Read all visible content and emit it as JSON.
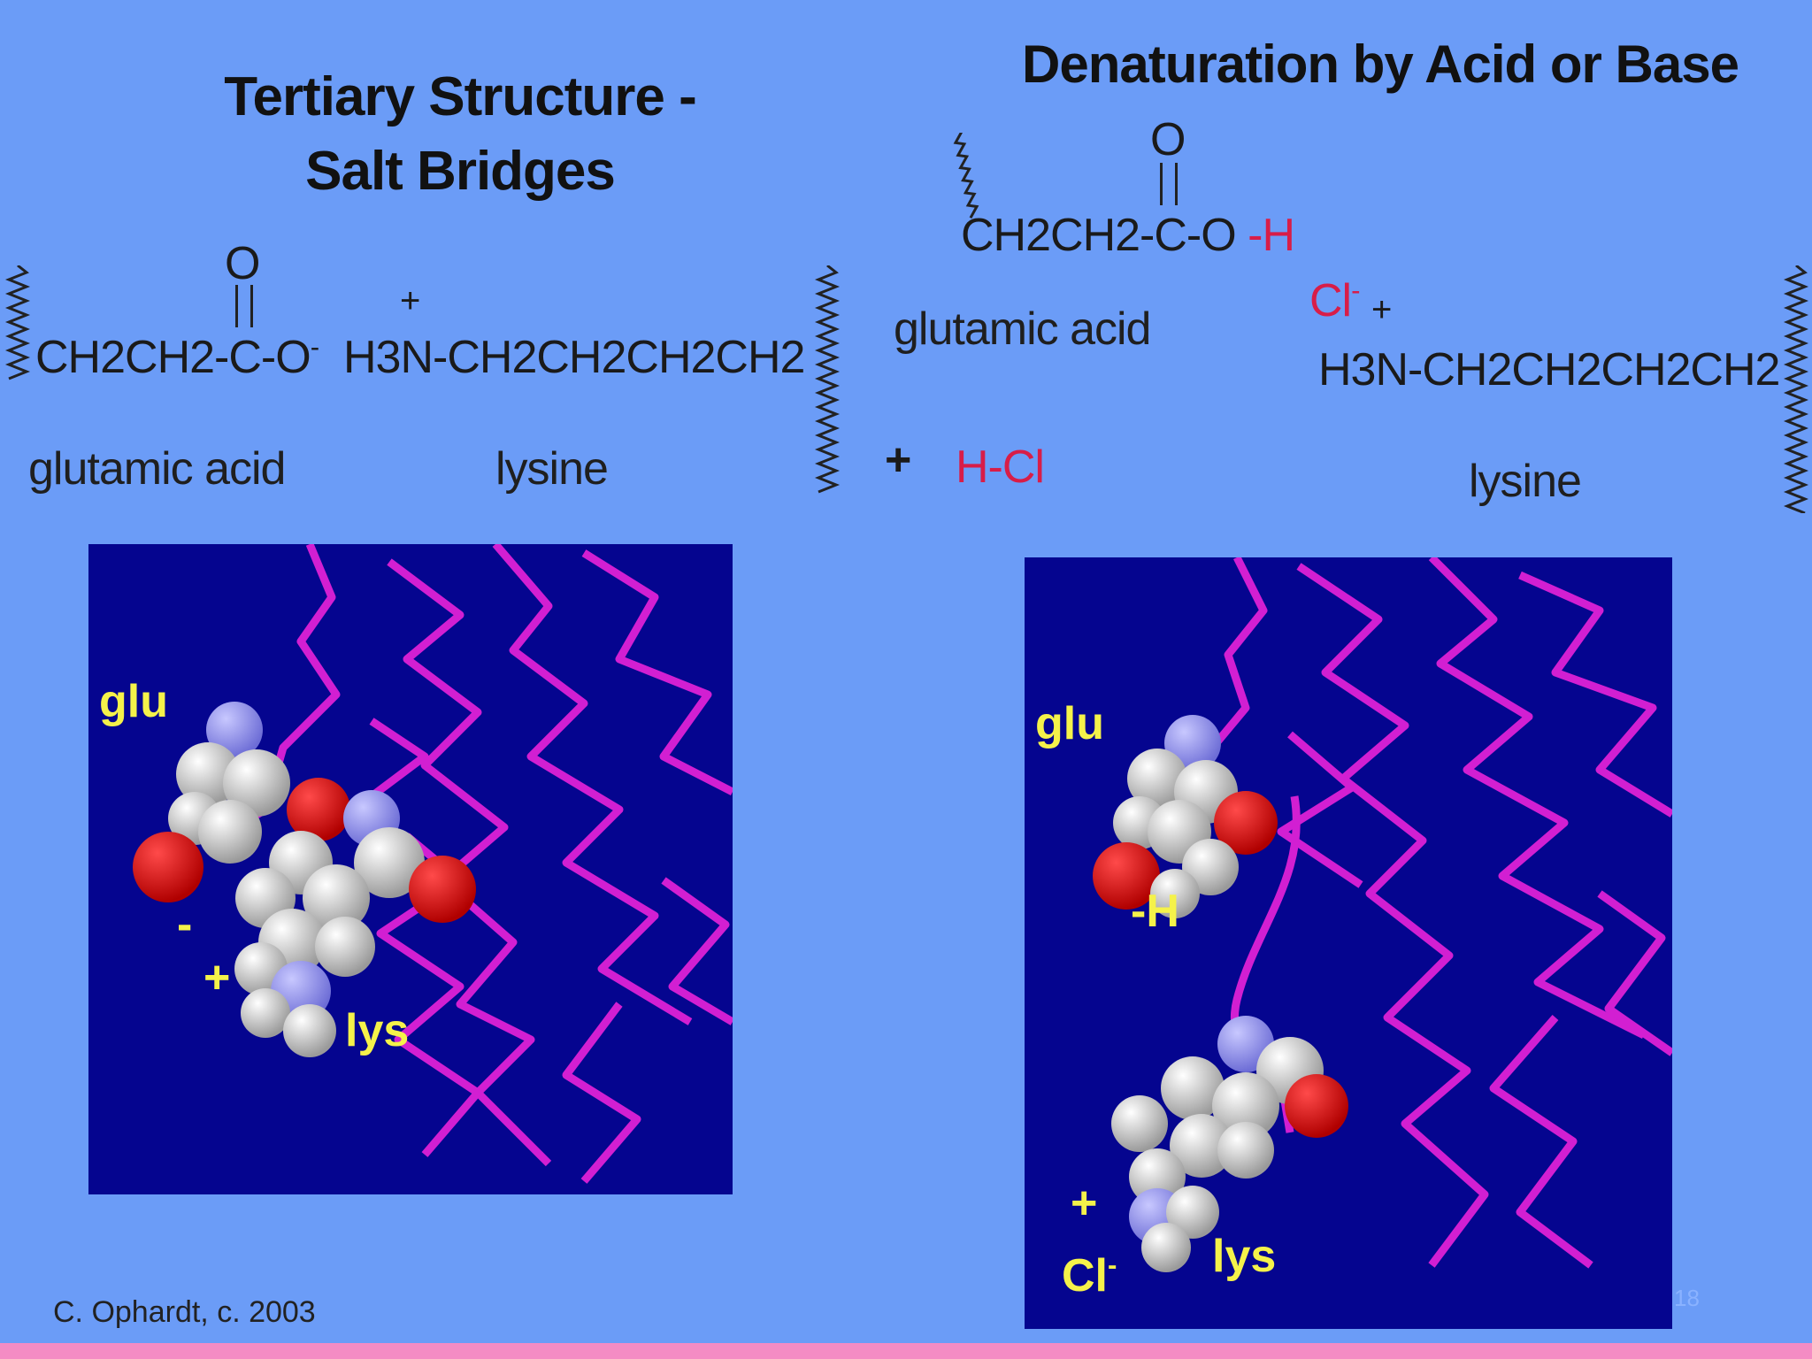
{
  "left": {
    "title_line1": "Tertiary Structure -",
    "title_line2": "Salt Bridges",
    "formula_glu": "CH2CH2-C-O",
    "formula_lys": "H3N-CH2CH2CH2CH2",
    "oxygen": "O",
    "plus": "+",
    "minus": "-",
    "label_glu": "glutamic acid",
    "label_lys": "lysine",
    "panel_glu": "glu",
    "panel_lys": "lys",
    "panel_minus": "-",
    "panel_plus": "+"
  },
  "right": {
    "title": "Denaturation by Acid or Base",
    "formula_glu": "CH2CH2-C-O",
    "formula_h": "-H",
    "oxygen": "O",
    "label_glu": "glutamic acid",
    "cl": "Cl",
    "cl_charge": "-",
    "plus": "+",
    "formula_lys": "H3N-CH2CH2CH2CH2",
    "reagent_plus": "+",
    "reagent": "H-Cl",
    "label_lys": "lysine",
    "panel_glu": "glu",
    "panel_h": "-H",
    "panel_plus": "+",
    "panel_cl": "Cl",
    "panel_cl_charge": "-",
    "panel_lys": "lys"
  },
  "footer": {
    "credit": "C. Ophardt, c. 2003",
    "slide_number": "18"
  },
  "colors": {
    "background": "#6b9cf7",
    "panel": "#05058f",
    "backbone": "#d21fd2",
    "panel_label": "#f5f24a",
    "acid_red": "#d81d48",
    "oxygen_atom": "#e80000",
    "nitrogen_atom": "#9a9aff",
    "carbon_atom": "#e6e6e6"
  }
}
